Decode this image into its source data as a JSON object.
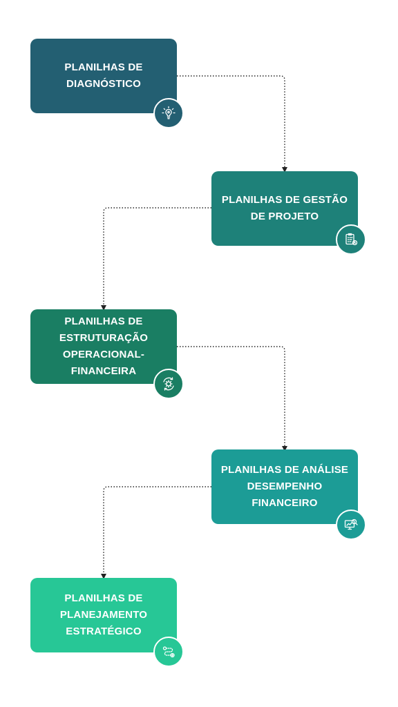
{
  "nodes": [
    {
      "id": "diagnostico",
      "label": "PLANILHAS DE\nDIAGNÓSTICO",
      "color": "#235f72",
      "icon": "lightbulb-icon"
    },
    {
      "id": "gestao",
      "label": "PLANILHAS DE GESTÃO\nDE PROJETO",
      "color": "#1e8179",
      "icon": "checklist-clock-icon"
    },
    {
      "id": "estruturacao",
      "label": "PLANILHAS DE\nESTRUTURAÇÃO\nOPERACIONAL-\nFINANCEIRA",
      "color": "#1a7e63",
      "icon": "gear-cycle-icon"
    },
    {
      "id": "analise",
      "label": "PLANILHAS DE ANÁLISE\nDESEMPENHO\nFINANCEIRO",
      "color": "#1c9c96",
      "icon": "monitor-search-icon"
    },
    {
      "id": "planejamento",
      "label": "PLANILHAS DE\nPLANEJAMENTO\nESTRATÉGICO",
      "color": "#27c796",
      "icon": "route-map-icon"
    }
  ],
  "connector_color": "#222222"
}
